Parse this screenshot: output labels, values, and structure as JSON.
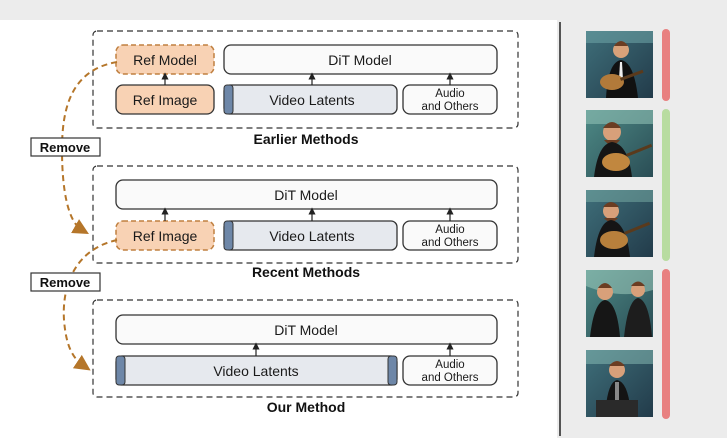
{
  "panels": {
    "earlier": {
      "title": "Earlier Methods",
      "ref_model": "Ref Model",
      "dit_model": "DiT Model",
      "ref_image": "Ref Image",
      "video_latents": "Video Latents",
      "audio_line1": "Audio",
      "audio_line2": "and Others"
    },
    "recent": {
      "title": "Recent Methods",
      "dit_model": "DiT Model",
      "ref_image": "Ref Image",
      "video_latents": "Video Latents",
      "audio_line1": "Audio",
      "audio_line2": "and Others"
    },
    "ours": {
      "title": "Our Method",
      "dit_model": "DiT Model",
      "video_latents": "Video Latents",
      "audio_line1": "Audio",
      "audio_line2": "and Others"
    }
  },
  "remove_labels": [
    "Remove",
    "Remove"
  ],
  "colors": {
    "background": "#ececec",
    "orange_fill": "#f8d2b4",
    "orange_stroke": "#c08040",
    "latent_fill": "#e6e9ee",
    "latent_bar": "#6e87a8",
    "arrow_orange": "#b5762a",
    "bar_red": "#e88080",
    "bar_green": "#b8dca0"
  },
  "thumbnails": [
    {
      "name": "thumb-guitarist-1",
      "type": "image"
    },
    {
      "name": "thumb-guitarist-2",
      "type": "image"
    },
    {
      "name": "thumb-guitarist-3",
      "type": "image"
    },
    {
      "name": "thumb-speaker-group",
      "type": "image"
    },
    {
      "name": "thumb-speaker-podium",
      "type": "image"
    }
  ]
}
